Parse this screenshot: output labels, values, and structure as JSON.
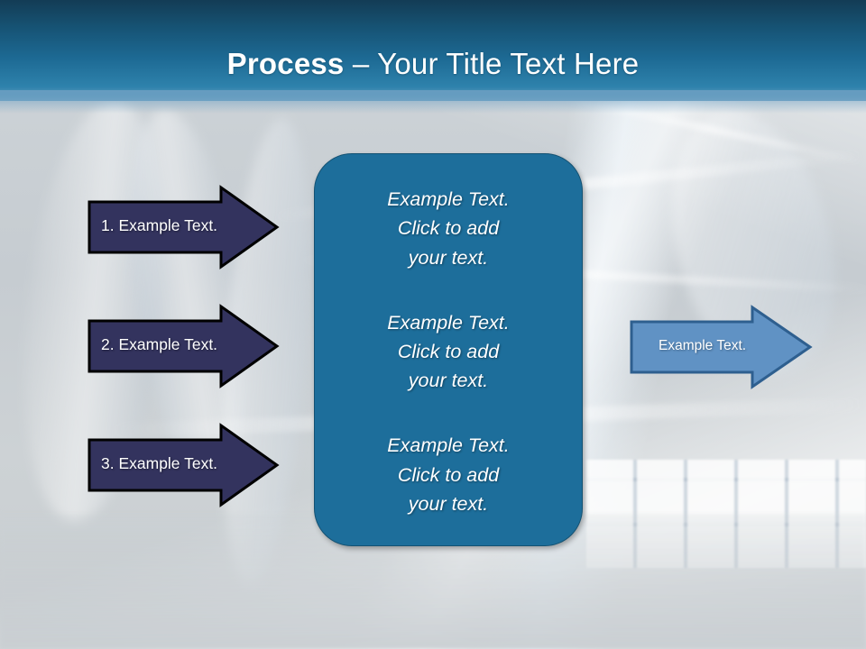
{
  "slide": {
    "title_strong": "Process ",
    "title_rest": "– Your Title Text Here",
    "background_description": "industrial-pipes-photo"
  },
  "colors": {
    "header_top": "#133c55",
    "header_bottom": "#6fa3c4",
    "dark_arrow_fill": "#33335e",
    "dark_arrow_border": "#000000",
    "light_arrow_fill": "#6092c4",
    "light_arrow_border": "#2e5f8f",
    "panel_fill": "#1d6e9b",
    "panel_border": "#145273",
    "text_on_shape": "#ffffff",
    "background_base": "#c9ced2"
  },
  "left_arrows": [
    {
      "label": "1. Example Text."
    },
    {
      "label": "2. Example Text."
    },
    {
      "label": "3. Example Text."
    }
  ],
  "center_panel": {
    "blocks": [
      {
        "text": "Example Text.\nClick  to add\nyour text."
      },
      {
        "text": "Example Text.\nClick  to add\nyour text."
      },
      {
        "text": "Example Text.\nClick  to add\nyour text."
      }
    ]
  },
  "right_arrow": {
    "label": "Example Text."
  }
}
